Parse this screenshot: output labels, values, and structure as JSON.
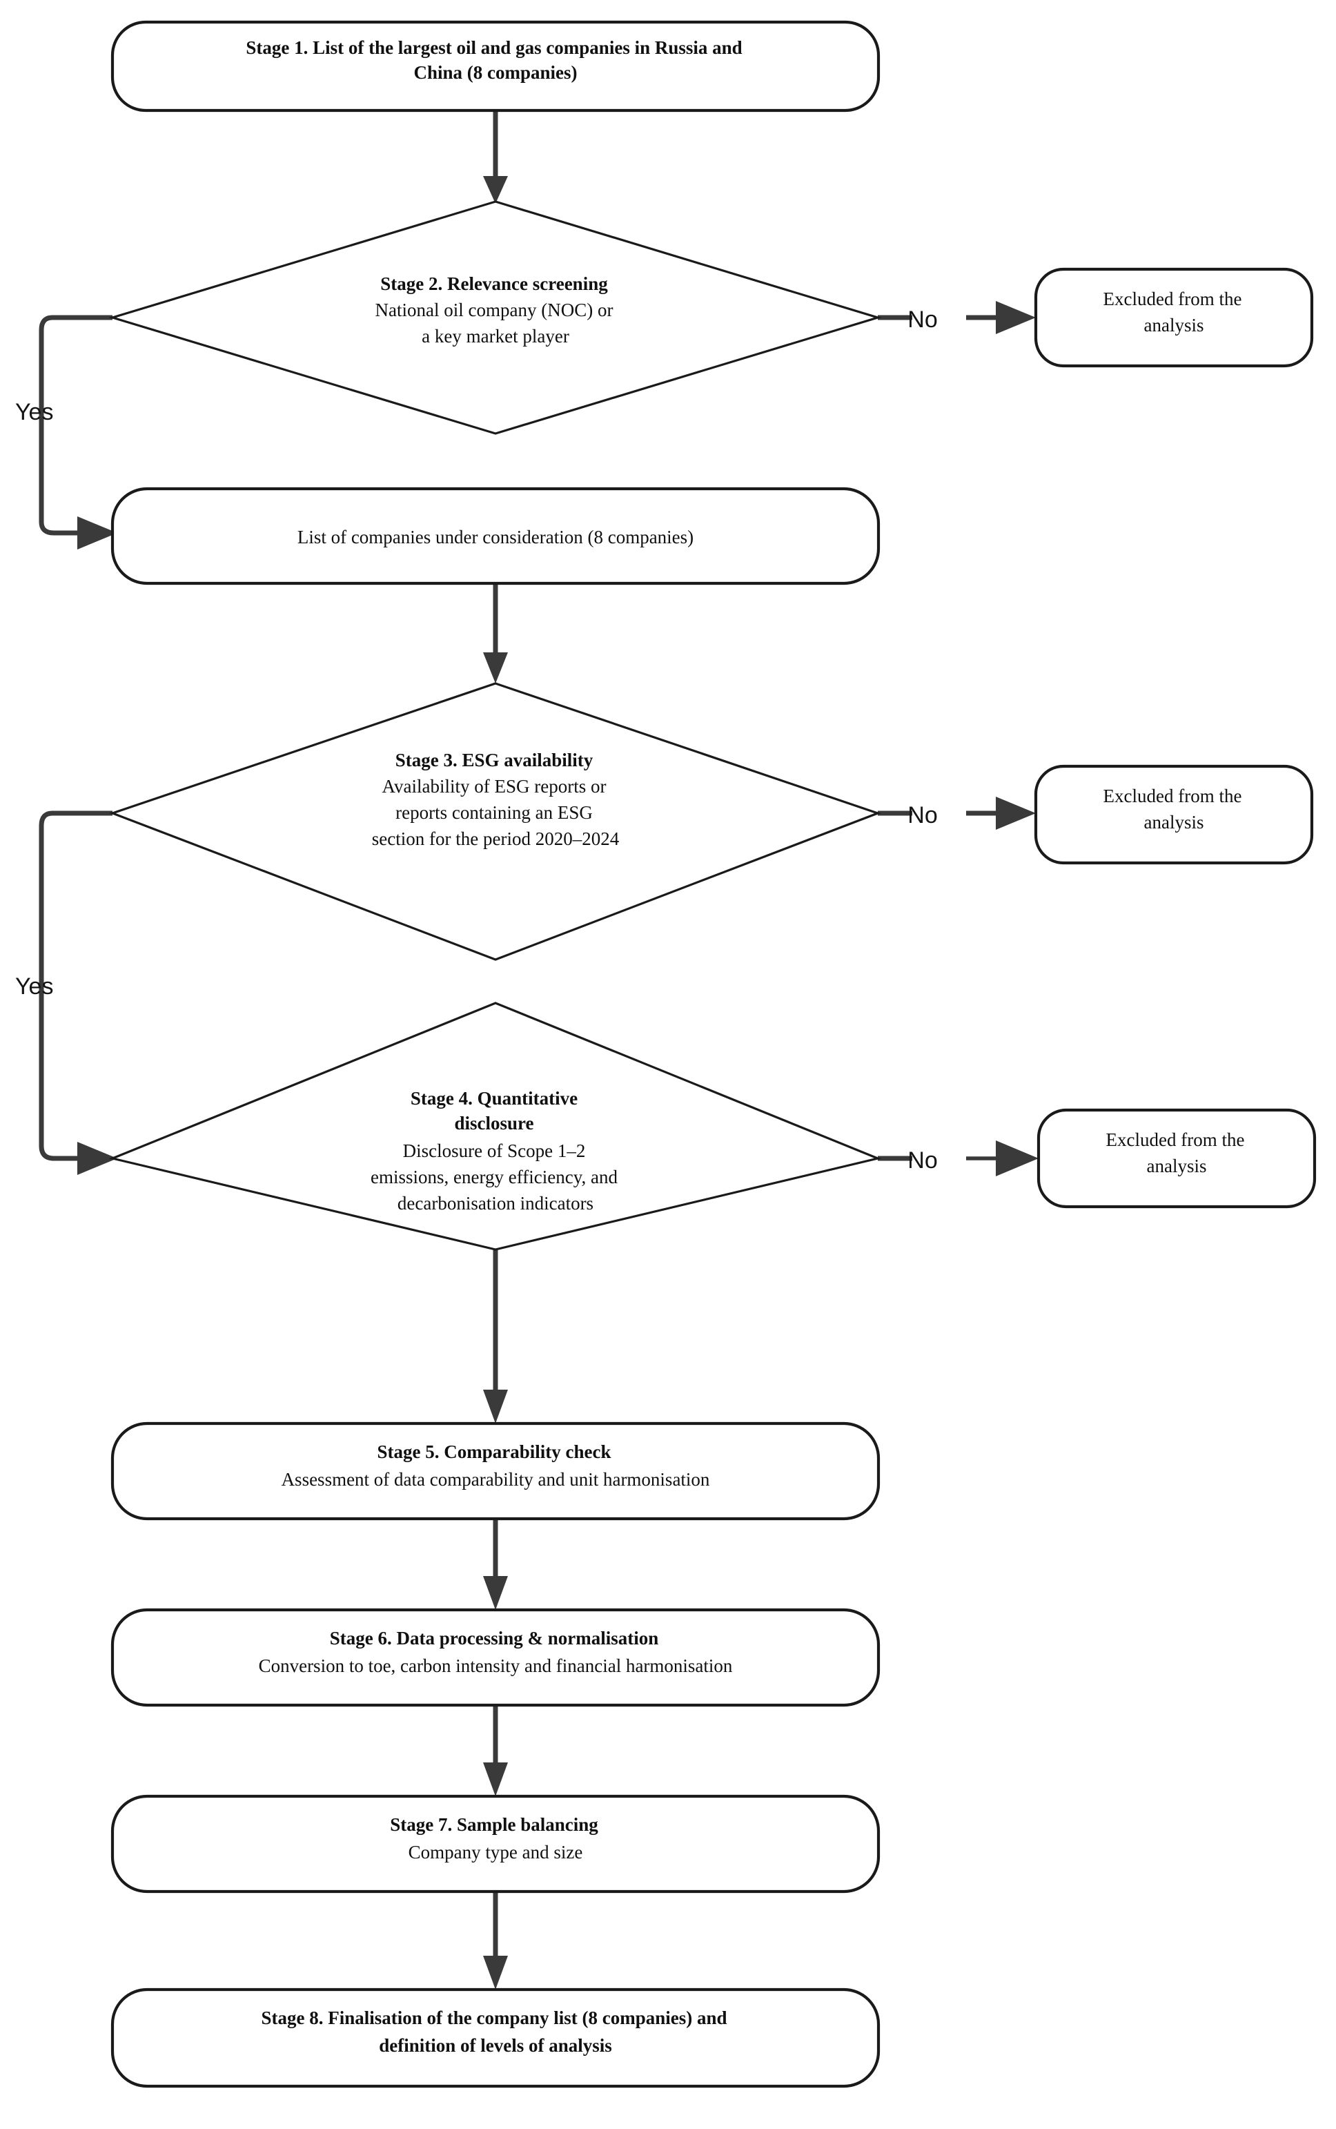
{
  "diagram": {
    "title": "Company selection and data-processing flowchart",
    "colors": {
      "background": "#ffffff",
      "shape_stroke": "#1a1a1a",
      "connector": "#3a3a3a",
      "text": "#101010"
    },
    "nodes": {
      "stage1": {
        "shape": "rounded-rectangle",
        "lines": [
          {
            "text": "Stage 1. List of the largest oil and gas companies in Russia and",
            "bold": true
          },
          {
            "text": "China (8 companies)",
            "bold": true
          }
        ]
      },
      "stage2": {
        "shape": "diamond",
        "lines": [
          {
            "text": "Stage 2. Relevance screening",
            "bold": true
          },
          {
            "text": "National oil company (NOC) or",
            "bold": false
          },
          {
            "text": "a key market player",
            "bold": false
          }
        ]
      },
      "excluded1": {
        "shape": "rounded-rectangle",
        "lines": [
          {
            "text": "Excluded from the",
            "bold": false
          },
          {
            "text": "analysis",
            "bold": false
          }
        ]
      },
      "shortlist": {
        "shape": "rounded-rectangle",
        "lines": [
          {
            "text": "List of companies under consideration (8 companies)",
            "bold": false
          }
        ]
      },
      "stage3": {
        "shape": "diamond",
        "lines": [
          {
            "text": "Stage 3. ESG availability",
            "bold": true
          },
          {
            "text": "Availability of ESG reports or",
            "bold": false
          },
          {
            "text": "reports containing an ESG",
            "bold": false
          },
          {
            "text": "section for the period 2020–2024",
            "bold": false
          }
        ]
      },
      "excluded2": {
        "shape": "rounded-rectangle",
        "lines": [
          {
            "text": "Excluded from the",
            "bold": false
          },
          {
            "text": "analysis",
            "bold": false
          }
        ]
      },
      "stage4": {
        "shape": "diamond",
        "lines": [
          {
            "text": "Stage 4. Quantitative",
            "bold": true
          },
          {
            "text": "disclosure",
            "bold": true
          },
          {
            "text": "Disclosure of Scope 1–2",
            "bold": false
          },
          {
            "text": "emissions, energy efficiency, and",
            "bold": false
          },
          {
            "text": "decarbonisation indicators",
            "bold": false
          }
        ]
      },
      "excluded3": {
        "shape": "rounded-rectangle",
        "lines": [
          {
            "text": "Excluded from the",
            "bold": false
          },
          {
            "text": "analysis",
            "bold": false
          }
        ]
      },
      "stage5": {
        "shape": "rounded-rectangle",
        "lines": [
          {
            "text": "Stage 5. Comparability check",
            "bold": true
          },
          {
            "text": "Assessment of data comparability and unit harmonisation",
            "bold": false
          }
        ]
      },
      "stage6": {
        "shape": "rounded-rectangle",
        "lines": [
          {
            "text": "Stage 6. Data processing & normalisation",
            "bold": true
          },
          {
            "text": "Conversion to toe, carbon intensity and financial harmonisation",
            "bold": false
          }
        ]
      },
      "stage7": {
        "shape": "rounded-rectangle",
        "lines": [
          {
            "text": "Stage 7. Sample balancing",
            "bold": true
          },
          {
            "text": "Company type and size",
            "bold": false
          }
        ]
      },
      "stage8": {
        "shape": "rounded-rectangle",
        "lines": [
          {
            "text": "Stage 8. Finalisation of the company list  (8 companies) and",
            "bold": true
          },
          {
            "text": "definition of levels of analysis",
            "bold": true
          }
        ]
      }
    },
    "edge_labels": {
      "no1": "No",
      "no2": "No",
      "no3": "No",
      "yes1": "Yes",
      "yes2": "Yes"
    }
  }
}
